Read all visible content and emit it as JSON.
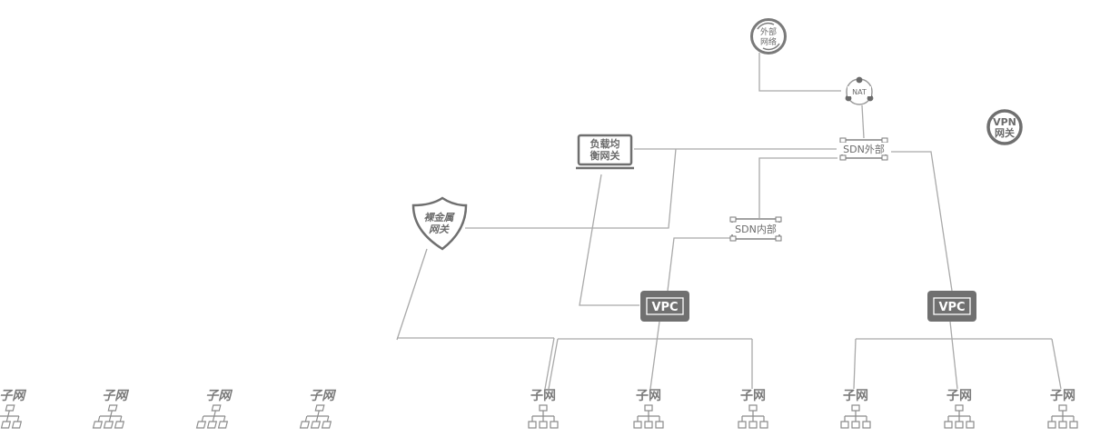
{
  "nodes": {
    "external_network": {
      "label_line1": "外部",
      "label_line2": "网络"
    },
    "nat": {
      "label": "NAT"
    },
    "vpn_gateway": {
      "label_line1": "VPN",
      "label_line2": "网关"
    },
    "sdn_external": {
      "label": "SDN外部"
    },
    "load_balancer_gateway": {
      "label_line1": "负载均",
      "label_line2": "衡网关"
    },
    "sdn_internal": {
      "label": "SDN内部"
    },
    "baremetal_gateway": {
      "label_line1": "裸金属",
      "label_line2": "网关"
    },
    "vpc_left": {
      "label": "VPC"
    },
    "vpc_right": {
      "label": "VPC"
    }
  },
  "subnets": [
    {
      "label": "子网",
      "style": "inactive"
    },
    {
      "label": "子网",
      "style": "inactive"
    },
    {
      "label": "子网",
      "style": "inactive"
    },
    {
      "label": "子网",
      "style": "inactive"
    },
    {
      "label": "子网",
      "style": "active"
    },
    {
      "label": "子网",
      "style": "active"
    },
    {
      "label": "子网",
      "style": "active"
    },
    {
      "label": "子网",
      "style": "active"
    },
    {
      "label": "子网",
      "style": "active"
    },
    {
      "label": "子网",
      "style": "active"
    }
  ]
}
